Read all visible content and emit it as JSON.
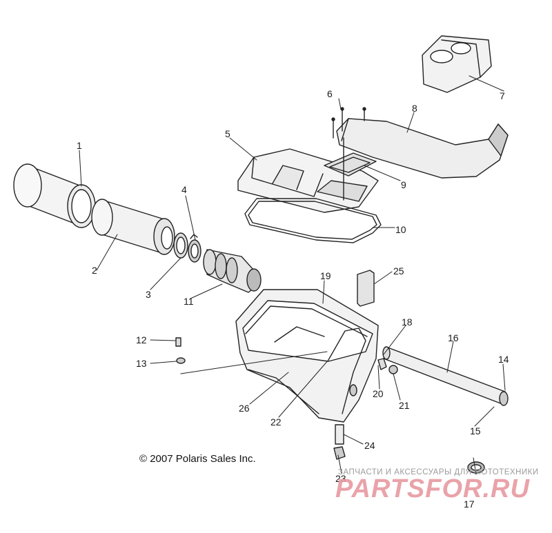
{
  "diagram": {
    "copyright": "© 2007 Polaris Sales Inc.",
    "watermark": {
      "subtitle": "ЗАПЧАСТИ И АКСЕССУАРЫ ДЛЯ МОТОТЕХНИКИ",
      "brand": "PARTSFOR.RU"
    },
    "callouts": [
      "1",
      "2",
      "3",
      "4",
      "5",
      "6",
      "7",
      "8",
      "9",
      "10",
      "11",
      "12",
      "13",
      "14",
      "15",
      "16",
      "17",
      "18",
      "19",
      "20",
      "21",
      "22",
      "23",
      "24",
      "25",
      "26"
    ]
  }
}
